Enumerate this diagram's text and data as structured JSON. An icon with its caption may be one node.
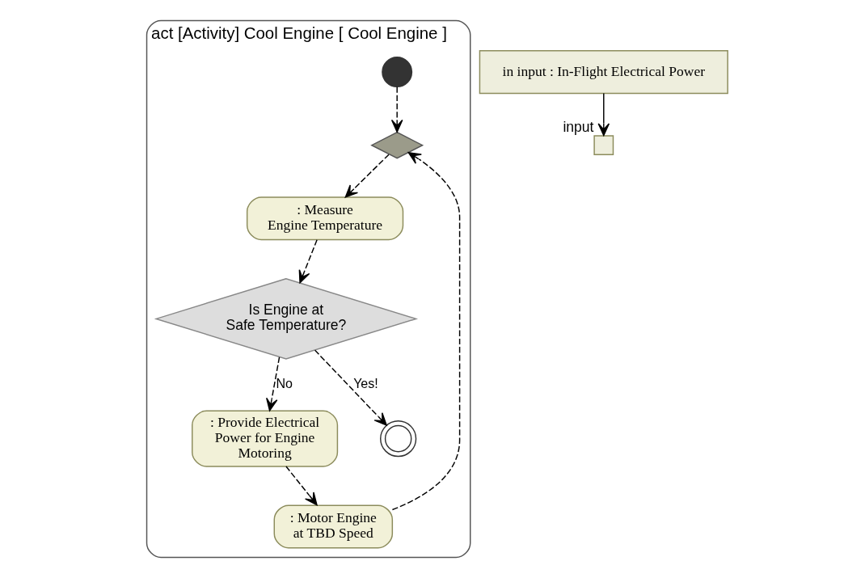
{
  "diagram": {
    "nodes": [
      {
        "text": [
          "act [Activity] Cool Engine [ Cool Engine ]"
        ]
      },
      {
        "text": [],
        "shape": "circle",
        "in": 0
      },
      {
        "text": [],
        "shape": "diamond",
        "in": 0
      },
      {
        "text": [
          "in input : In-Flight Electrical Power"
        ]
      },
      {
        "text": [
          ": Motor Engine at TBD Speed"
        ],
        "in": 0
      },
      {
        "text": [
          ": Measure Engine Temperature"
        ],
        "in": 0
      },
      {
        "text": [],
        "shape": "box",
        "beside": [
          "input"
        ]
      },
      {
        "text": [
          ": Provide Electrical Power for Engine Motoring"
        ],
        "in": 0
      },
      {
        "text": [
          "Is Engine at Safe Temperature?"
        ],
        "in": 0
      },
      {
        "text": [],
        "shape": "bullseye",
        "in": 0
      }
    ],
    "edges": [
      {
        "from": 1,
        "to": 2,
        "arrow": "to",
        "style": "dashed"
      },
      {
        "from": 2,
        "to": 5,
        "arrow": "to",
        "style": "dashed"
      },
      {
        "from": 5,
        "to": 8,
        "arrow": "to",
        "style": "dashed"
      },
      {
        "from": 8,
        "to": 7,
        "arrow": "to",
        "style": "dashed",
        "label": "No"
      },
      {
        "from": 8,
        "to": 9,
        "arrow": "to",
        "style": "dashed",
        "label": "Yes!"
      },
      {
        "from": 7,
        "to": 4,
        "arrow": "to",
        "style": "dashed"
      },
      {
        "from": 4,
        "to": 2,
        "arrow": "to",
        "style": "dashed"
      },
      {
        "from": 3,
        "to": 6,
        "arrow": "to"
      }
    ]
  }
}
